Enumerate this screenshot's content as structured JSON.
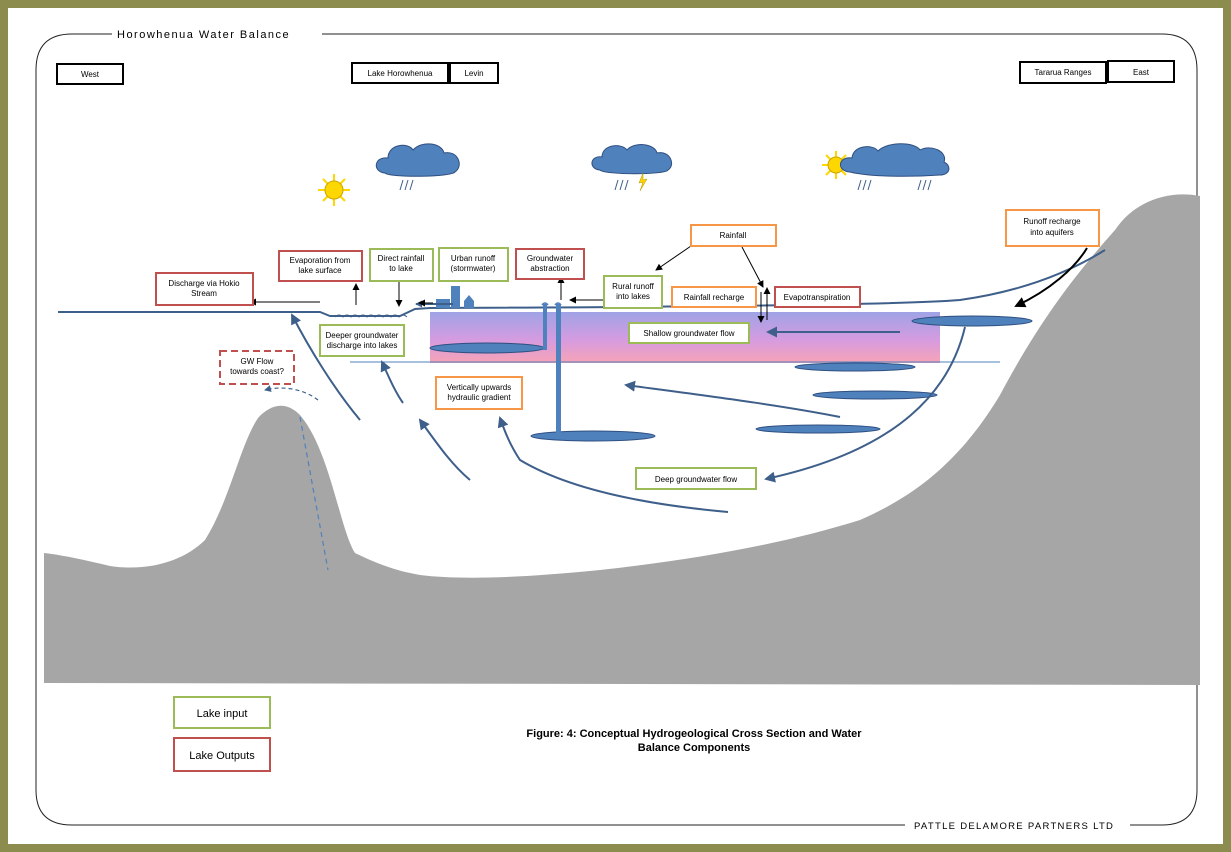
{
  "title": "Horowhenua Water Balance",
  "footer": "PATTLE DELAMORE PARTNERS LTD",
  "headers": {
    "west": "West",
    "lake_horowhenua": "Lake Horowhenua",
    "levin": "Levin",
    "tararua": "Tararua Ranges",
    "east": "East"
  },
  "labels": {
    "discharge_hokio_1": "Discharge via Hokio",
    "discharge_hokio_2": "Stream",
    "evaporation_1": "Evaporation from",
    "evaporation_2": "lake surface",
    "direct_rainfall_1": "Direct rainfall",
    "direct_rainfall_2": "to lake",
    "urban_runoff_1": "Urban runoff",
    "urban_runoff_2": "(stormwater)",
    "gw_abstraction_1": "Groundwater",
    "gw_abstraction_2": "abstraction",
    "rainfall": "Rainfall",
    "rural_runoff_1": "Rural runoff",
    "rural_runoff_2": "into lakes",
    "rainfall_recharge": "Rainfall recharge",
    "evapotranspiration": "Evapotranspiration",
    "runoff_recharge_1": "Runoff recharge",
    "runoff_recharge_2": "into aquifers",
    "deeper_gw_1": "Deeper groundwater",
    "deeper_gw_2": "discharge into lakes",
    "shallow_gw": "Shallow groundwater flow",
    "gw_flow_coast_1": "GW Flow",
    "gw_flow_coast_2": "towards coast?",
    "vertical_1": "Vertically upwards",
    "vertical_2": "hydraulic gradient",
    "deep_gw": "Deep groundwater flow"
  },
  "legend": {
    "input": "Lake input",
    "output": "Lake Outputs"
  },
  "caption": {
    "line1": "Figure: 4:  Conceptual Hydrogeological Cross Section and Water",
    "line2": "Balance Components"
  },
  "colors": {
    "input_border": "#9bbb59",
    "output_border": "#c0504d",
    "other_border": "#f79646",
    "water": "#4f81bd",
    "arrow": "#3e5f8a",
    "ground": "#a6a6a6",
    "frame": "#8c8c4f",
    "sun": "#ffd700"
  }
}
